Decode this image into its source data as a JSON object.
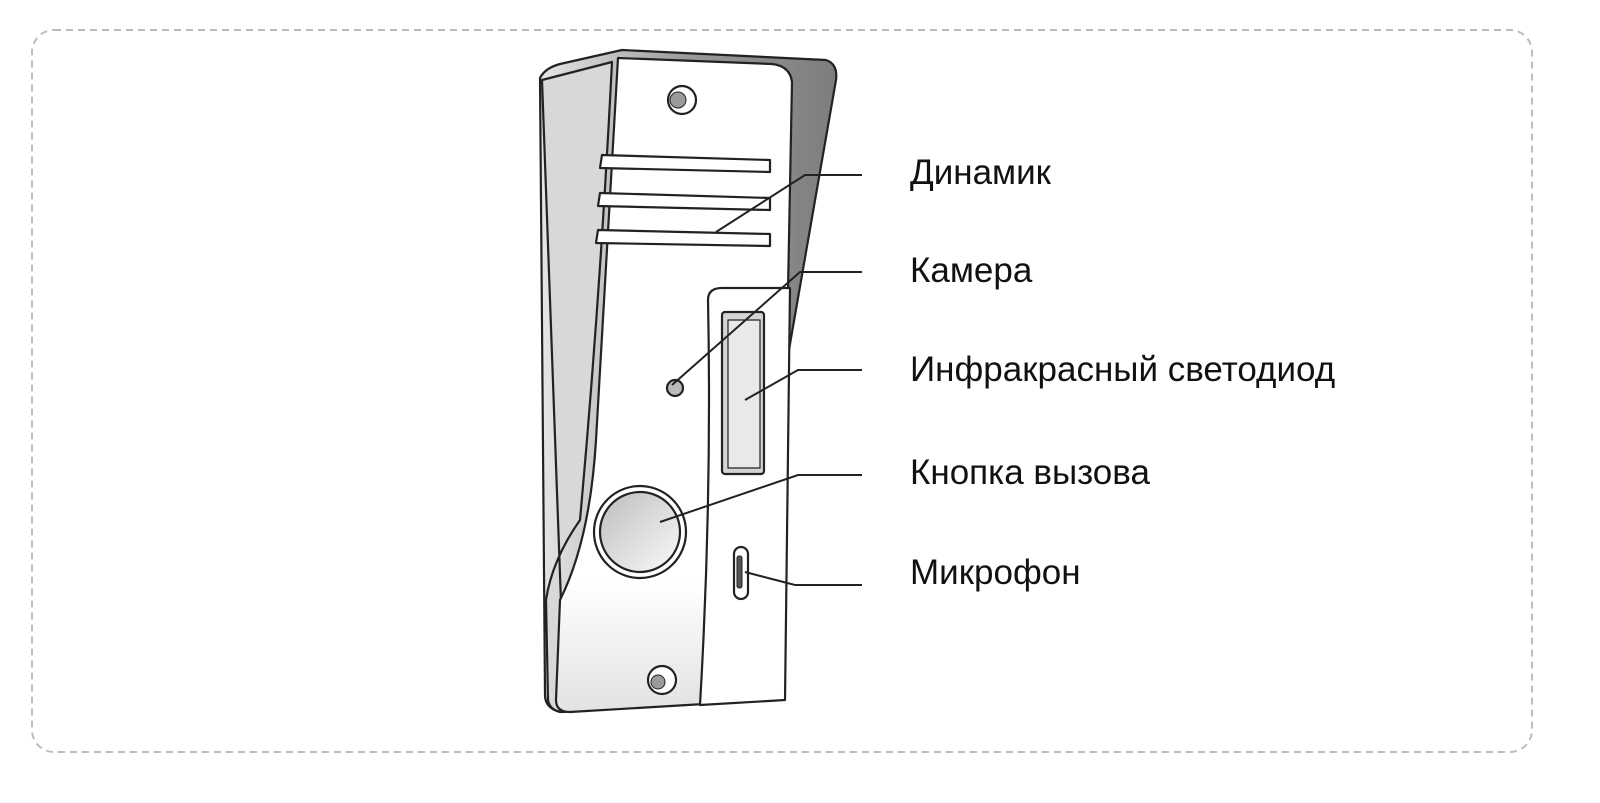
{
  "labels": {
    "speaker": "Динамик",
    "camera": "Камера",
    "ir_led": "Инфракрасный светодиод",
    "call_button": "Кнопка вызова",
    "microphone": "Микрофон"
  },
  "colors": {
    "frame": "#bdbdbd",
    "hood": "#8c8c8c",
    "line": "#222222"
  }
}
